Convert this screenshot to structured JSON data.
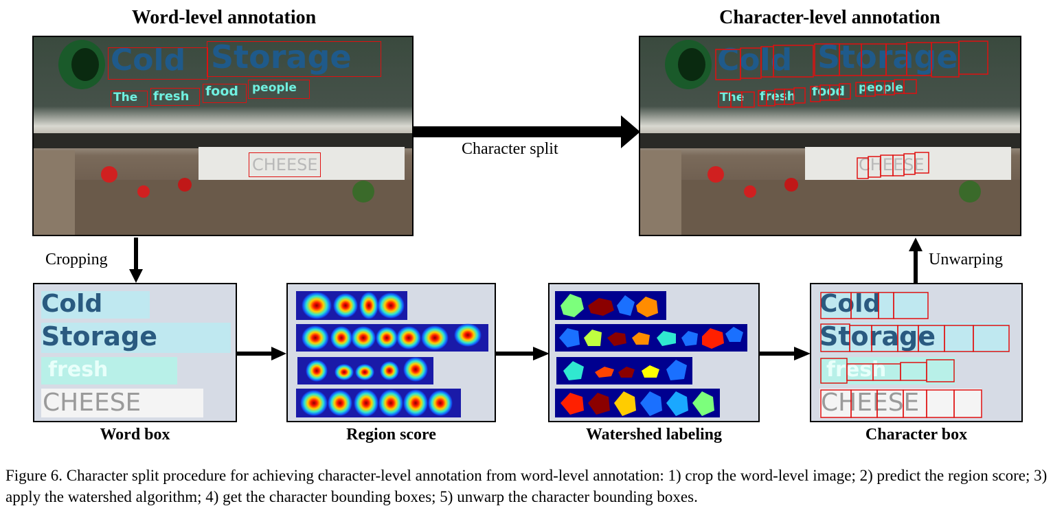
{
  "figure": {
    "left_title": "Word-level annotation",
    "right_title": "Character-level annotation",
    "arrow_character_split": "Character split",
    "arrow_cropping": "Cropping",
    "arrow_unwarping": "Unwarping",
    "panels": {
      "word_box": "Word box",
      "region_score": "Region score",
      "watershed_labeling": "Watershed labeling",
      "character_box": "Character box"
    },
    "scene_words": {
      "cold": "Cold",
      "storage": "Storage",
      "tagline": [
        "The",
        "fresh",
        "food",
        "people"
      ],
      "cheese": "CHEESE"
    },
    "crop_words": [
      "Cold",
      "Storage",
      "fresh",
      "CHEESE"
    ]
  },
  "caption": {
    "text": "Figure 6. Character split procedure for achieving character-level annotation from word-level annotation: 1) crop the word-level image; 2) predict the region score; 3) apply the watershed algorithm; 4) get the character bounding boxes; 5) unwarp the character bounding boxes."
  }
}
